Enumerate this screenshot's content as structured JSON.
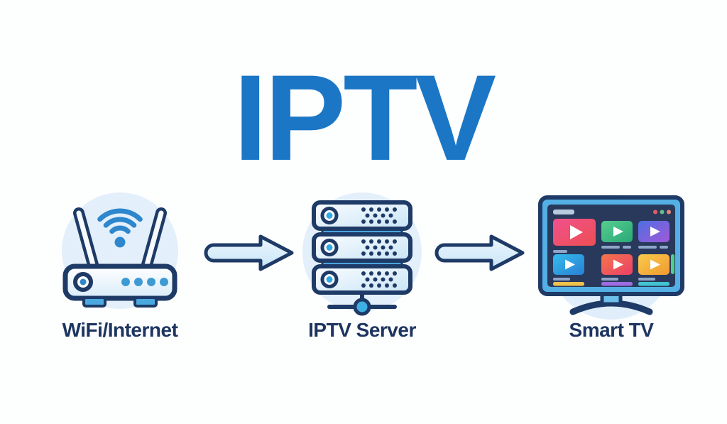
{
  "title": "IPTV",
  "flow": {
    "nodes": [
      {
        "id": "wifi",
        "label": "WiFi/Internet",
        "icon": "wifi-router-icon"
      },
      {
        "id": "server",
        "label": "IPTV Server",
        "icon": "server-rack-icon"
      },
      {
        "id": "tv",
        "label": "Smart TV",
        "icon": "smart-tv-icon"
      }
    ],
    "connectors": [
      {
        "icon": "arrow-right-icon",
        "from": "wifi",
        "to": "server"
      },
      {
        "icon": "arrow-right-icon",
        "from": "server",
        "to": "tv"
      }
    ]
  },
  "colors": {
    "background": "#fdfefe",
    "title_blue": "#1b76c6",
    "label_navy": "#1d3560",
    "outline_navy": "#1e3a66",
    "accent_blue": "#2e86cd",
    "light_circle_bg": "#e3f0fb",
    "arrow_fill_light": "#d9edfb",
    "tv_frame_blue": "#54b0e4",
    "tv_screen_navy": "#28395c",
    "tile_colors": [
      "#ee4f52",
      "#2aa877",
      "#a159d8",
      "#2a7fd4",
      "#ec3f68",
      "#f09a30"
    ],
    "bottom_bar_colors": [
      "#f0c24b",
      "#9d6ce0",
      "#41c4cf"
    ],
    "scrollbar_green": "#4fce8e"
  }
}
